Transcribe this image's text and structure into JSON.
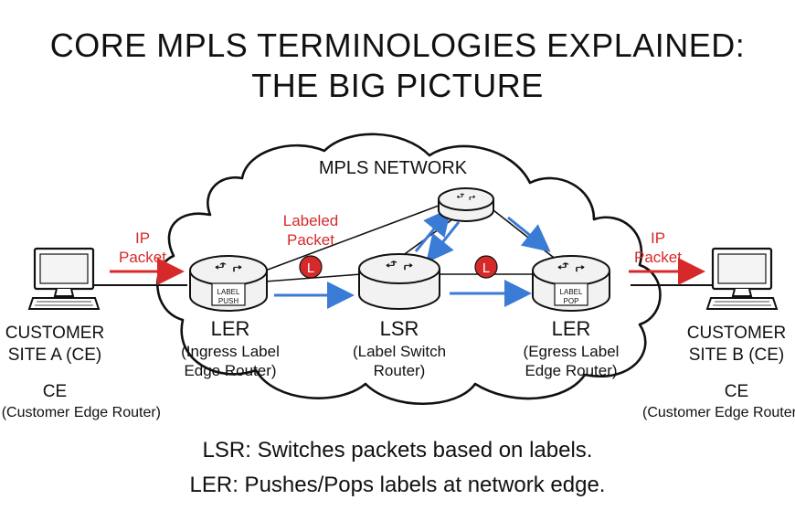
{
  "title": {
    "line1": "CORE MPLS TERMINOLOGIES EXPLAINED:",
    "line2": "THE BIG PICTURE"
  },
  "network_label": "MPLS NETWORK",
  "ip_packet_left": {
    "line1": "IP",
    "line2": "Packet"
  },
  "ip_packet_right": {
    "line1": "IP",
    "line2": "Packet"
  },
  "labeled_packet": {
    "line1": "Labeled",
    "line2": "Packet",
    "badge": "L"
  },
  "labeled_badge_2": "L",
  "site_a": {
    "line1": "CUSTOMER",
    "line2": "SITE A (CE)",
    "ce": "CE",
    "ce_desc": "(Customer Edge Router)"
  },
  "site_b": {
    "line1": "CUSTOMER",
    "line2": "SITE B (CE)",
    "ce": "CE",
    "ce_desc": "(Customer Edge Router)"
  },
  "ingress_ler": {
    "router_label1": "LABEL",
    "router_label2": "PUSH",
    "name": "LER",
    "desc1": "(Ingress Label",
    "desc2": "Edge Router)"
  },
  "lsr": {
    "name": "LSR",
    "desc1": "(Label Switch",
    "desc2": "Router)"
  },
  "egress_ler": {
    "router_label1": "LABEL",
    "router_label2": "POP",
    "name": "LER",
    "desc1": "(Egress Label",
    "desc2": "Edge Router)"
  },
  "footer": {
    "line1": "LSR: Switches packets based on labels.",
    "line2": "LER: Pushes/Pops labels at network edge."
  },
  "colors": {
    "ip_red": "#d62a2a",
    "label_blue": "#3a7bd5",
    "ink": "#111111"
  }
}
